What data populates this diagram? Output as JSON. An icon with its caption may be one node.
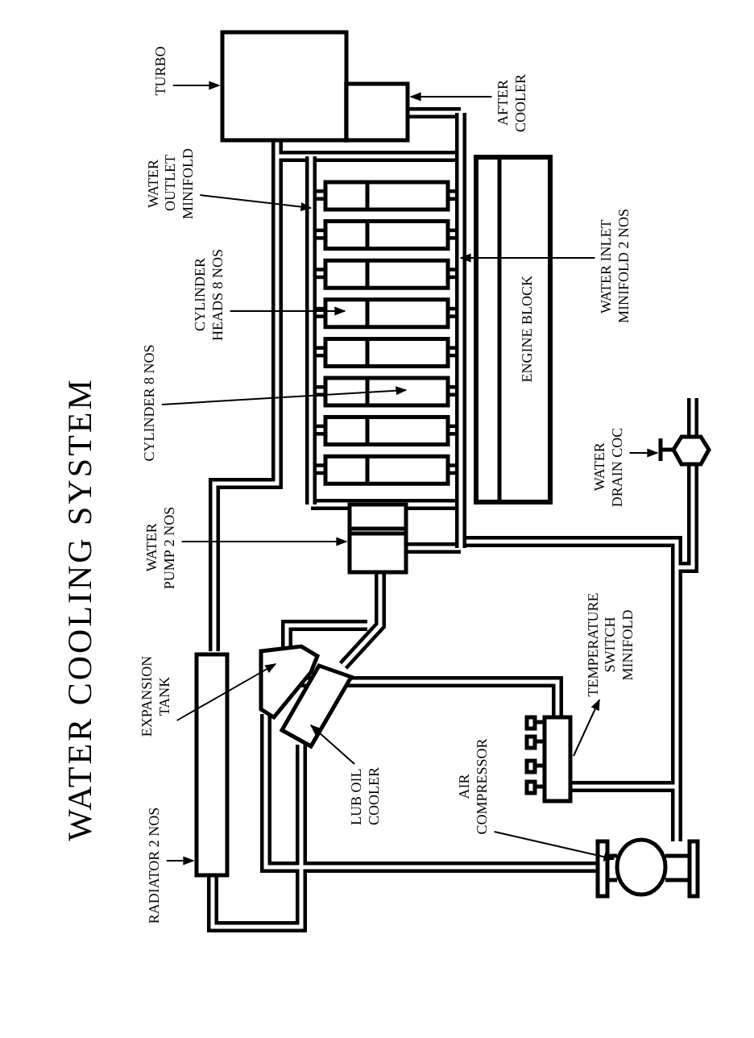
{
  "diagram": {
    "title": "WATER COOLING SYSTEM",
    "nodes": [
      {
        "text": [
          "TURBO"
        ]
      },
      {
        "text": [],
        "shape": "box"
      },
      {
        "text": [
          "AFTER COOLER"
        ]
      },
      {
        "text": [],
        "shape": "box"
      },
      {
        "text": [
          "WATER OUTLET MINIFOLD"
        ]
      },
      {
        "text": [
          "CYLINDER HEADS 8 NOS"
        ]
      },
      {
        "text": [
          "WATER INLET MINIFOLD 2 NOS"
        ]
      },
      {
        "text": [
          "CYLINDER 8 NOS"
        ]
      },
      {
        "text": [
          "ENGINE BLOCK"
        ]
      },
      {
        "text": [],
        "shape": "box"
      },
      {
        "text": [],
        "shape": "box"
      },
      {
        "text": [],
        "shape": "box"
      },
      {
        "text": [],
        "shape": "box"
      },
      {
        "text": [],
        "shape": "box"
      },
      {
        "text": [],
        "shape": "box"
      },
      {
        "text": [],
        "shape": "box"
      },
      {
        "text": [],
        "shape": "box"
      },
      {
        "text": [
          "WATER PUMP 2 NOS"
        ]
      },
      {
        "text": [],
        "shape": "box"
      },
      {
        "text": [
          "WATER DRAIN COC"
        ]
      },
      {
        "text": [],
        "shape": "hexagon"
      },
      {
        "text": [
          "EXPANSION TANK"
        ]
      },
      {
        "text": [],
        "shape": "box"
      },
      {
        "text": [
          "LUB OIL COOLER"
        ]
      },
      {
        "text": [],
        "shape": "box"
      },
      {
        "text": [
          "TEMPERATURE SWITCH MINIFOLD"
        ]
      },
      {
        "text": [],
        "shape": "box"
      },
      {
        "text": [
          "AIR COMPRESSOR"
        ]
      },
      {
        "text": [],
        "shape": "circle"
      },
      {
        "text": [
          "RADIATOR 2 NOS"
        ]
      },
      {
        "text": [],
        "shape": "box"
      },
      {
        "text": [],
        "shape": "bar"
      },
      {
        "text": [],
        "shape": "bar"
      }
    ],
    "edges": [
      {
        "from": 0,
        "to": 1,
        "arrow": "to"
      },
      {
        "from": 2,
        "to": 3,
        "arrow": "to"
      },
      {
        "from": 4,
        "to": 31,
        "arrow": "to"
      },
      {
        "from": 5,
        "to": 12,
        "arrow": "to"
      },
      {
        "from": 6,
        "to": 32,
        "arrow": "to"
      },
      {
        "from": 7,
        "to": 14,
        "arrow": "to"
      },
      {
        "from": 17,
        "to": 18,
        "arrow": "to"
      },
      {
        "from": 19,
        "to": 20,
        "arrow": "to"
      },
      {
        "from": 21,
        "to": 22,
        "arrow": "to"
      },
      {
        "from": 23,
        "to": 24,
        "arrow": "to"
      },
      {
        "from": 26,
        "to": 25,
        "arrow": "to"
      },
      {
        "from": 27,
        "to": 28,
        "arrow": "to"
      },
      {
        "from": 29,
        "to": 30,
        "arrow": "to"
      }
    ]
  }
}
